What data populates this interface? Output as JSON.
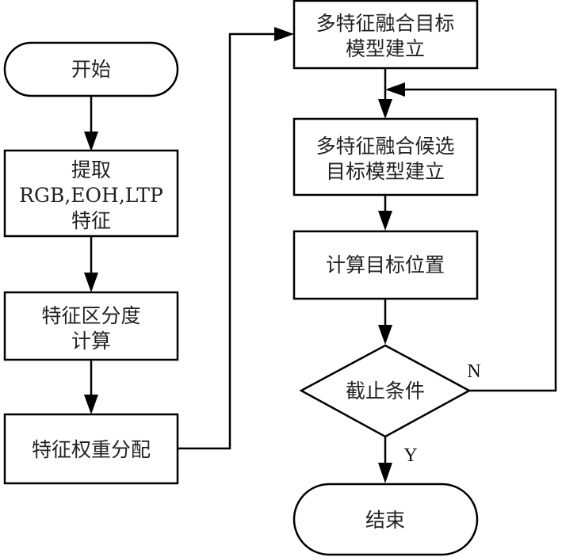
{
  "flowchart": {
    "nodes": {
      "start": {
        "type": "terminal",
        "lines": [
          "开始"
        ]
      },
      "extract": {
        "type": "process",
        "lines": [
          "提取",
          "RGB,EOH,LTP",
          "特征"
        ]
      },
      "discrimination": {
        "type": "process",
        "lines": [
          "特征区分度",
          "计算"
        ]
      },
      "weights": {
        "type": "process",
        "lines": [
          "特征权重分配"
        ]
      },
      "target_model": {
        "type": "process",
        "lines": [
          "多特征融合目标",
          "模型建立"
        ]
      },
      "candidate_model": {
        "type": "process",
        "lines": [
          "多特征融合候选",
          "目标模型建立"
        ]
      },
      "compute_position": {
        "type": "process",
        "lines": [
          "计算目标位置"
        ]
      },
      "stop_condition": {
        "type": "decision",
        "lines": [
          "截止条件"
        ]
      },
      "end": {
        "type": "terminal",
        "lines": [
          "结束"
        ]
      }
    },
    "edge_labels": {
      "no": "N",
      "yes": "Y"
    },
    "edges": [
      {
        "from": "start",
        "to": "extract"
      },
      {
        "from": "extract",
        "to": "discrimination"
      },
      {
        "from": "discrimination",
        "to": "weights"
      },
      {
        "from": "weights",
        "to": "target_model"
      },
      {
        "from": "target_model",
        "to": "candidate_model"
      },
      {
        "from": "candidate_model",
        "to": "compute_position"
      },
      {
        "from": "compute_position",
        "to": "stop_condition"
      },
      {
        "from": "stop_condition",
        "to": "candidate_model",
        "label": "N"
      },
      {
        "from": "stop_condition",
        "to": "end",
        "label": "Y"
      }
    ]
  }
}
